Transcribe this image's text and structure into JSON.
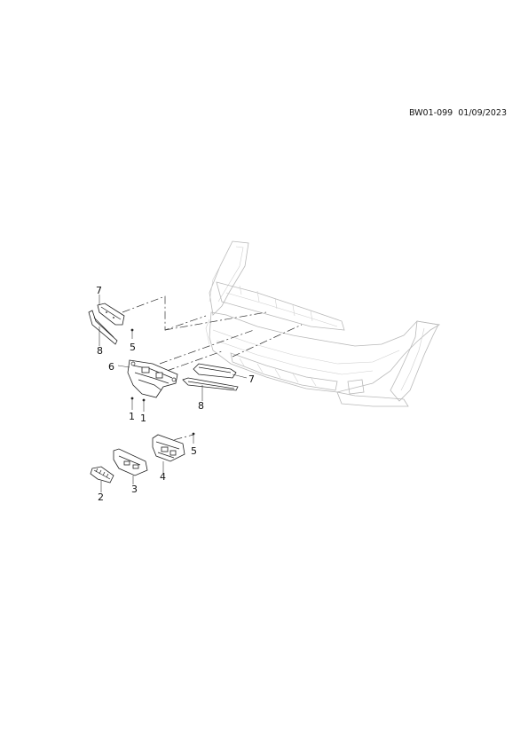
{
  "header": {
    "drawing_code": "BW01-099  01/09/2023"
  },
  "callouts": {
    "c7a": "7",
    "c8a": "8",
    "c5a": "5",
    "c6": "6",
    "c7b": "7",
    "c8b": "8",
    "c1a": "1",
    "c1b": "1",
    "c5b": "5",
    "c4": "4",
    "c3": "3",
    "c2": "2"
  }
}
